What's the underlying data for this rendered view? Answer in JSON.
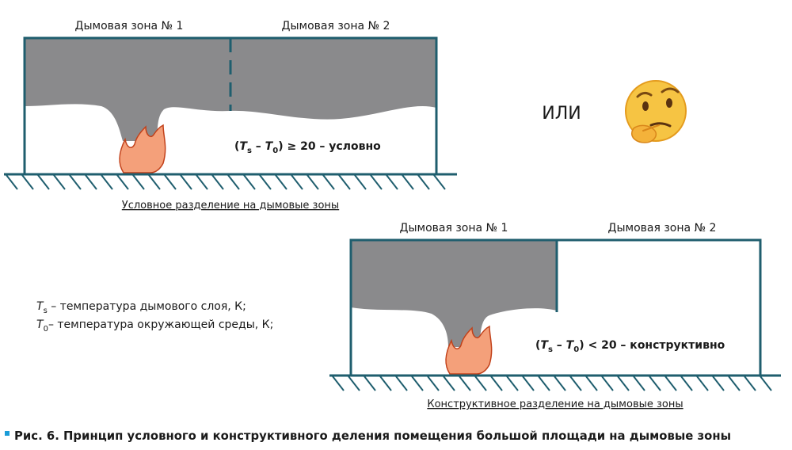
{
  "top_diagram": {
    "zone1_label": "Дымовая зона № 1",
    "zone2_label": "Дымовая зона № 2",
    "formula": {
      "open": "(",
      "ts": "T",
      "ts_sub": "s",
      "minus": " – ",
      "t0": "T",
      "t0_sub": "0",
      "rest": ") ≥ 20 – условно"
    },
    "caption": "Условное разделение на дымовые зоны"
  },
  "or_label": "ИЛИ",
  "bottom_diagram": {
    "zone1_label": "Дымовая зона № 1",
    "zone2_label": "Дымовая зона № 2",
    "formula": {
      "open": "(",
      "ts": "T",
      "ts_sub": "s",
      "minus": " – ",
      "t0": "T",
      "t0_sub": "0",
      "rest": ") < 20 – конструктивно"
    },
    "caption": "Конструктивное разделение на дымовые зоны"
  },
  "legend": {
    "line1": {
      "sym": "T",
      "sub": "s",
      "text": " – температура дымового слоя, К;"
    },
    "line2": {
      "sym": "T",
      "sub": "0",
      "text": "– температура окружающей среды, К;"
    }
  },
  "figure_caption": "Рис. 6. Принцип условного и конструктивного деления помещения большой площади на дымовые зоны",
  "colors": {
    "wall": "#1f5e6e",
    "smoke": "#8a8a8c",
    "flame": "#f4a07a",
    "flame_stroke": "#c2411a",
    "accent": "#1a9cd8"
  },
  "icons": {
    "thinking": "thinking-face-emoji-icon"
  }
}
